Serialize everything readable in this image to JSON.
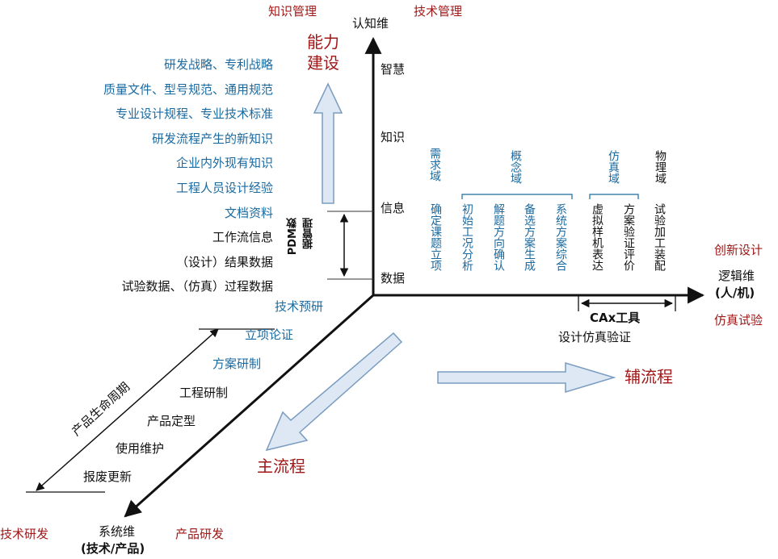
{
  "colors": {
    "red": "#a01818",
    "blue": "#1a6aa0",
    "black": "#111111",
    "arrow_fill": "#dde8f4",
    "arrow_stroke": "#7a9cc0"
  },
  "top": {
    "knowledge_mgmt": "知识管理",
    "tech_mgmt": "技术管理",
    "cognitive_axis": "认知维",
    "capability": [
      "能力",
      "建设"
    ]
  },
  "levels": {
    "wisdom": "智慧",
    "knowledge": "知识",
    "information": "信息",
    "data": "数据"
  },
  "pdm": {
    "label": [
      "PDM数",
      "据管理"
    ]
  },
  "knowledge_items": [
    "研发战略、专利战略",
    "质量文件、型号规范、通用规范",
    "专业设计规程、专业技术标准",
    "研发流程产生的新知识",
    "企业内外现有知识",
    "工程人员设计经验",
    "文档资料",
    "工作流信息",
    "（设计）结果数据",
    "试验数据、（仿真）过程数据"
  ],
  "domains": {
    "requirement": "需求域",
    "concept": "概念域",
    "simulation": "仿真域",
    "physical": "物理域"
  },
  "logic_steps": [
    "确定课题立项",
    "初始工况分析",
    "解题方向确认",
    "备选方案生成",
    "系统方案综合",
    "虚拟样机表达",
    "方案验证评价",
    "试验加工装配"
  ],
  "right": {
    "innovation": "创新设计",
    "logic_axis": [
      "逻辑维",
      "(人/机)"
    ],
    "sim_test": "仿真试验"
  },
  "cax": {
    "tool": "CAx工具",
    "desc": "设计仿真验证"
  },
  "aux_flow": "辅流程",
  "main_flow": "主流程",
  "lifecycle": {
    "label": "产品生命周期",
    "stages": [
      "技术预研",
      "立项论证",
      "方案研制",
      "工程研制",
      "产品定型",
      "使用维护",
      "报废更新"
    ]
  },
  "bottom": {
    "tech_rd": "技术研发",
    "system_axis": [
      "系统维",
      "(技术/产品)"
    ],
    "product_rd": "产品研发"
  }
}
